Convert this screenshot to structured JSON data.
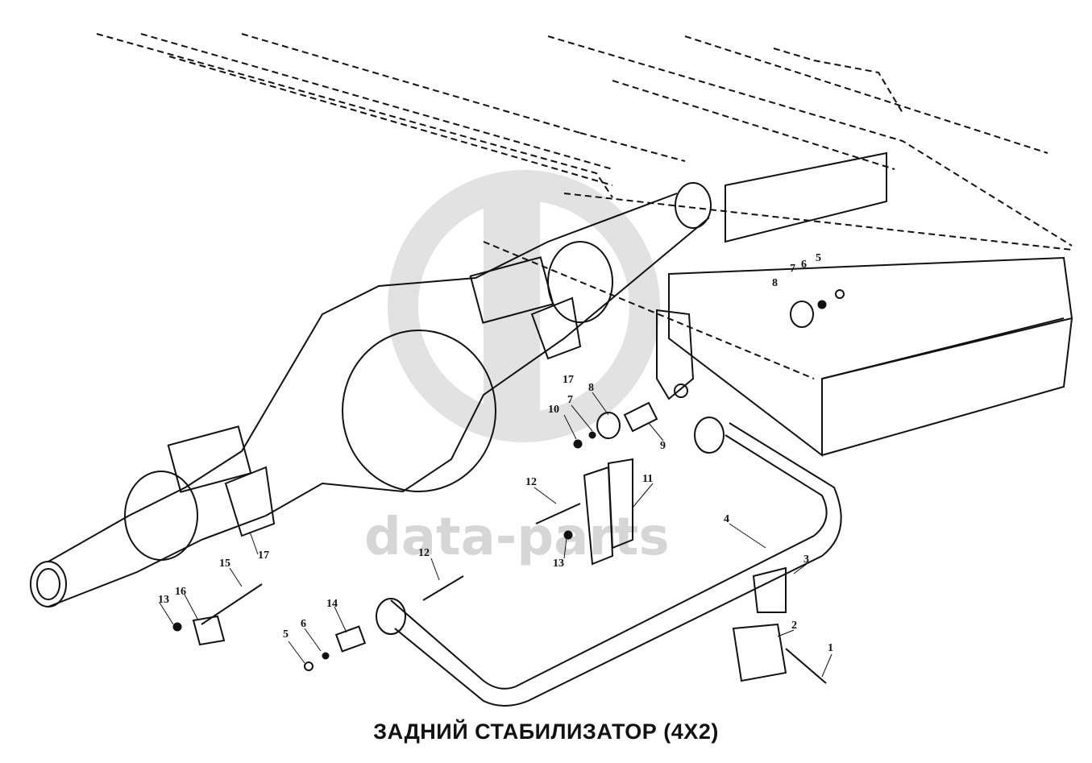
{
  "title": "ЗАДНИЙ СТАБИЛИЗАТОР (4Х2)",
  "watermark": "data-parts",
  "callouts": [
    "1",
    "2",
    "3",
    "4",
    "5",
    "6",
    "7",
    "8",
    "9",
    "10",
    "11",
    "12",
    "13",
    "14",
    "15",
    "16",
    "17"
  ],
  "callout_labels": {
    "c1": "1",
    "c2": "2",
    "c3": "3",
    "c4": "4",
    "c5a": "5",
    "c6a": "6",
    "c7a": "7",
    "c8a": "8",
    "c5b": "5",
    "c6b": "6",
    "c7b": "7",
    "c8b": "8",
    "c9": "9",
    "c10": "10",
    "c11": "11",
    "c12a": "12",
    "c12b": "12",
    "c13a": "13",
    "c13b": "13",
    "c14": "14",
    "c15": "15",
    "c16": "16",
    "c17a": "17",
    "c17b": "17"
  },
  "colors": {
    "line": "#111111",
    "watermark": "#d6d6d6",
    "background": "#ffffff"
  }
}
